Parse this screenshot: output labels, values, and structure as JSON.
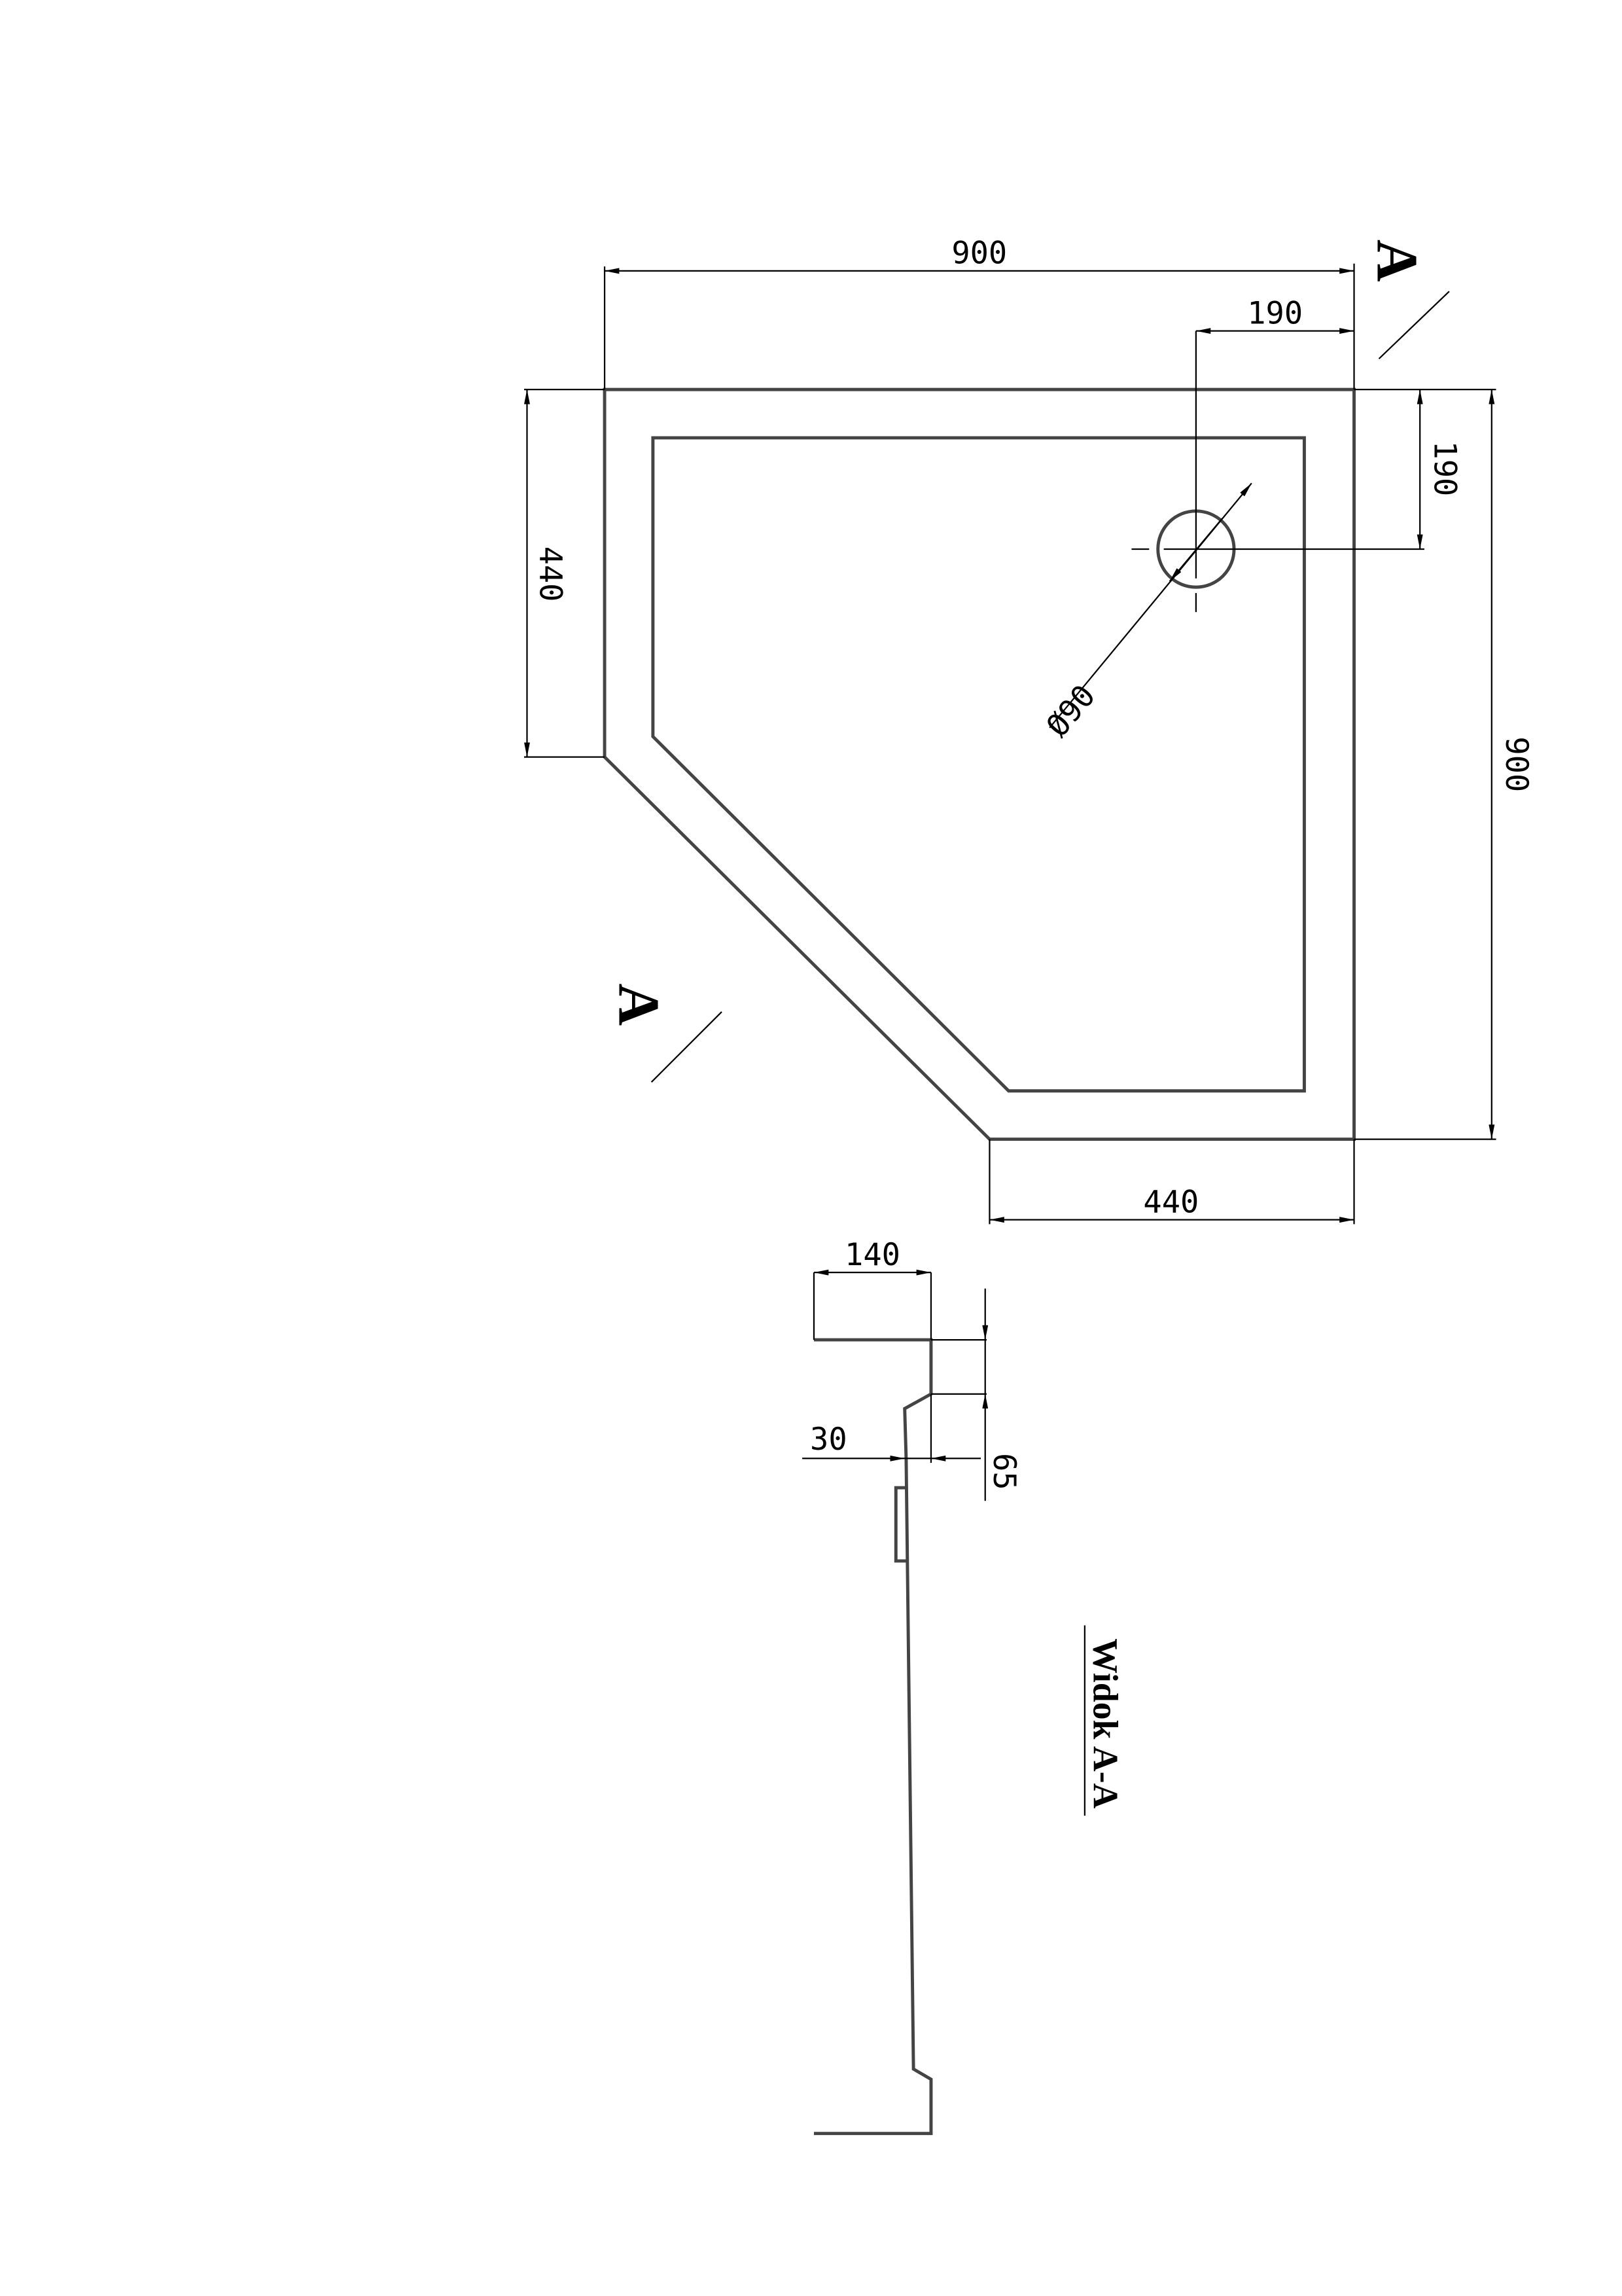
{
  "plan_view": {
    "dimensions": {
      "overall_width": "900",
      "overall_depth": "900",
      "drain_offset_x": "190",
      "drain_offset_y": "190",
      "side_left": "440",
      "side_bottom": "440",
      "drain_diameter": "Ø90"
    },
    "section_marker": "A"
  },
  "section_view": {
    "title": "Widok A-A",
    "dimensions": {
      "rim_width": "140",
      "rim_thickness": "30",
      "height": "65"
    }
  },
  "colors": {
    "outline": "#444444",
    "dimension": "#000000"
  }
}
